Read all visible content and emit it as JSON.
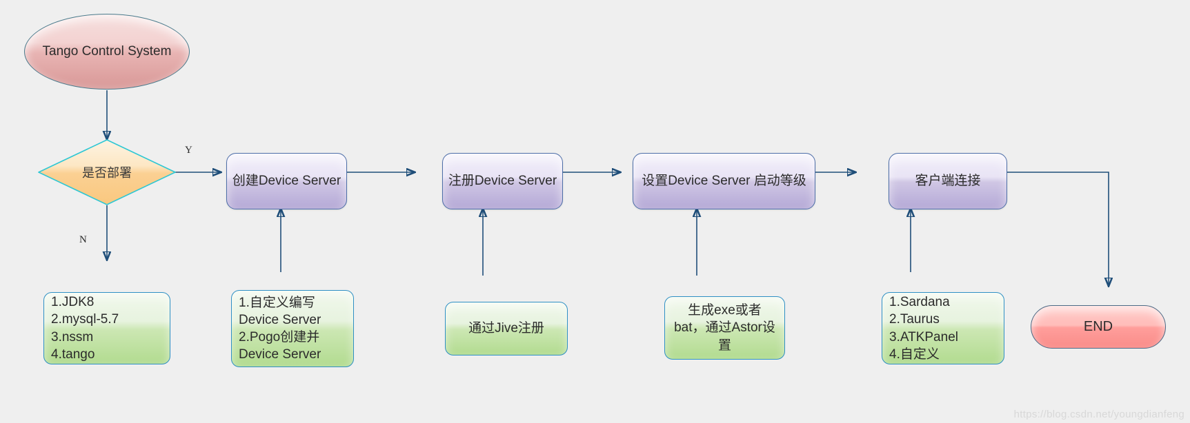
{
  "diagram": {
    "title": "Tango Control System deployment flowchart",
    "colors": {
      "background": "#efefef",
      "terminator_start": "#e8b4b3",
      "terminator_end": "#ff9e9b",
      "decision": "#fcd9a0",
      "process": "#cfc6e4",
      "note": "#cce7b3",
      "connector": "#1f4e79"
    },
    "nodes": {
      "start": {
        "label": "Tango Control System"
      },
      "decision": {
        "label": "是否部署"
      },
      "process1": {
        "label": "创建Device Server"
      },
      "process2": {
        "label": "注册Device Server"
      },
      "process3": {
        "label": "设置Device Server 启动等级"
      },
      "process4": {
        "label": "客户端连接"
      },
      "end": {
        "label": "END"
      },
      "note1": {
        "label": "1.JDK8\n2.mysql-5.7\n3.nssm\n4.tango"
      },
      "note2": {
        "label": "1.自定义编写\nDevice Server\n2.Pogo创建并\nDevice Server"
      },
      "note3": {
        "label": "通过Jive注册"
      },
      "note4": {
        "label": "生成exe或者\nbat，通过Astor设\n置"
      },
      "note5": {
        "label": "1.Sardana\n2.Taurus\n3.ATKPanel\n4.自定义"
      }
    },
    "edge_labels": {
      "yes": "Y",
      "no": "N"
    },
    "watermark": "https://blog.csdn.net/youngdianfeng"
  }
}
